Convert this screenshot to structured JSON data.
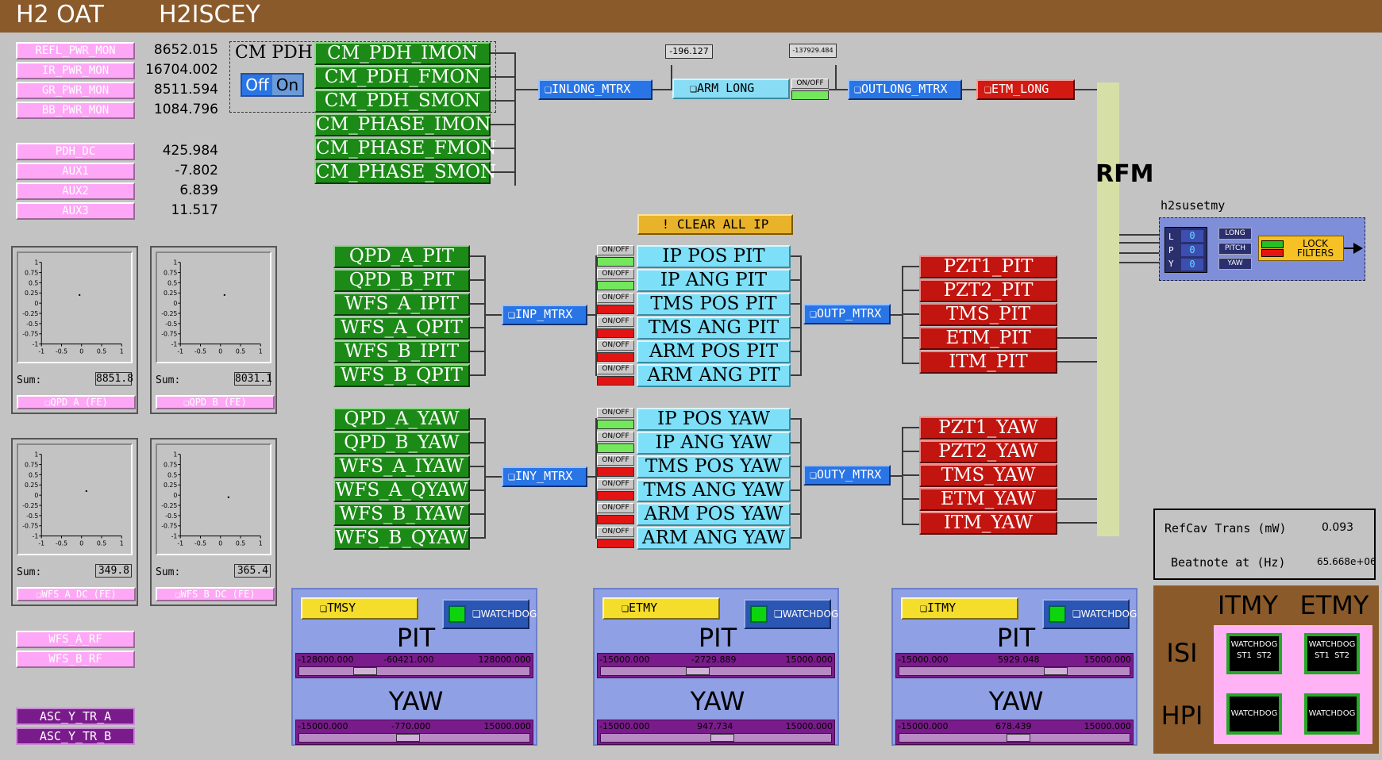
{
  "header": {
    "left_title": "H2 OAT",
    "right_title": "H2ISCEY"
  },
  "power_monitors": [
    {
      "label": "REFL_PWR_MON",
      "value": "8652.015"
    },
    {
      "label": "IR_PWR_MON",
      "value": "16704.002"
    },
    {
      "label": "GR_PWR_MON",
      "value": "8511.594"
    },
    {
      "label": "BB_PWR_MON",
      "value": "1084.796"
    }
  ],
  "aux_monitors": [
    {
      "label": "PDH_DC",
      "value": "425.984"
    },
    {
      "label": "AUX1",
      "value": "-7.802"
    },
    {
      "label": "AUX2",
      "value": "6.839"
    },
    {
      "label": "AUX3",
      "value": "11.517"
    }
  ],
  "cm_pdh": {
    "title": "CM PDH",
    "off": "Off",
    "on": "On",
    "channels": [
      "CM_PDH_IMON",
      "CM_PDH_FMON",
      "CM_PDH_SMON",
      "CM_PHASE_IMON",
      "CM_PHASE_FMON",
      "CM_PHASE_SMON"
    ]
  },
  "long_path": {
    "inlong": "INLONG_MTRX",
    "arm_long": "ARM LONG",
    "onoff": "ON/OFF",
    "outlong": "OUTLONG_MTRX",
    "etm_long": "ETM_LONG",
    "readout1": "-196.127",
    "readout2": "-137929.484"
  },
  "rfm": {
    "label": "RFM"
  },
  "clear_all": "! CLEAR ALL IP",
  "pit_inputs": [
    "QPD_A_PIT",
    "QPD_B_PIT",
    "WFS_A_IPIT",
    "WFS_A_QPIT",
    "WFS_B_IPIT",
    "WFS_B_QPIT"
  ],
  "yaw_inputs": [
    "QPD_A_YAW",
    "QPD_B_YAW",
    "WFS_A_IYAW",
    "WFS_A_QYAW",
    "WFS_B_IYAW",
    "WFS_B_QYAW"
  ],
  "inp_mtrx": "INP_MTRX",
  "iny_mtrx": "INY_MTRX",
  "outp_mtrx": "OUTP_MTRX",
  "outy_mtrx": "OUTY_MTRX",
  "onoff_label": "ON/OFF",
  "pit_filters": [
    {
      "label": "IP POS PIT",
      "state": "on"
    },
    {
      "label": "IP ANG PIT",
      "state": "on"
    },
    {
      "label": "TMS POS PIT",
      "state": "off"
    },
    {
      "label": "TMS ANG PIT",
      "state": "off"
    },
    {
      "label": "ARM POS PIT",
      "state": "off"
    },
    {
      "label": "ARM ANG PIT",
      "state": "off"
    }
  ],
  "yaw_filters": [
    {
      "label": "IP POS YAW",
      "state": "on"
    },
    {
      "label": "IP ANG YAW",
      "state": "on"
    },
    {
      "label": "TMS POS YAW",
      "state": "off"
    },
    {
      "label": "TMS ANG YAW",
      "state": "off"
    },
    {
      "label": "ARM POS YAW",
      "state": "off"
    },
    {
      "label": "ARM ANG YAW",
      "state": "off"
    }
  ],
  "pit_outputs": [
    "PZT1_PIT",
    "PZT2_PIT",
    "TMS_PIT",
    "ETM_PIT",
    "ITM_PIT"
  ],
  "yaw_outputs": [
    "PZT1_YAW",
    "PZT2_YAW",
    "TMS_YAW",
    "ETM_YAW",
    "ITM_YAW"
  ],
  "susetmy": {
    "title": "h2susetmy",
    "letters": [
      "L",
      "P",
      "Y"
    ],
    "values": [
      "0",
      "0",
      "0"
    ],
    "buttons": [
      "LONG",
      "PITCH",
      "YAW"
    ],
    "lock": "LOCK",
    "filters": "FILTERS"
  },
  "plots": [
    {
      "sum_label": "Sum:",
      "sum": "8851.8",
      "button": "QPD A (FE)"
    },
    {
      "sum_label": "Sum:",
      "sum": "8031.1",
      "button": "QPD B (FE)"
    },
    {
      "sum_label": "Sum:",
      "sum": "349.8",
      "button": "WFS A DC (FE)"
    },
    {
      "sum_label": "Sum:",
      "sum": "365.4",
      "button": "WFS B DC (FE)"
    }
  ],
  "plot_ticks": {
    "y": [
      "1",
      "0.75",
      "0.5",
      "0.25",
      "0",
      "-0.25",
      "-0.5",
      "-0.75",
      "-1"
    ],
    "x": [
      "-1",
      "-0.5",
      "0",
      "0.5",
      "1"
    ]
  },
  "rf_buttons": [
    "WFS_A_RF",
    "WFS_B_RF"
  ],
  "tr_buttons": [
    "ASC_Y_TR_A",
    "ASC_Y_TR_B"
  ],
  "optics": [
    {
      "name": "TMSY",
      "watchdog": "WATCHDOG",
      "pit": {
        "min": "-128000.000",
        "val": "-60421.000",
        "max": "128000.000",
        "frac": 0.26
      },
      "yaw": {
        "min": "-15000.000",
        "val": "-770.000",
        "max": "15000.000",
        "frac": 0.47
      }
    },
    {
      "name": "ETMY",
      "watchdog": "WATCHDOG",
      "pit": {
        "min": "-15000.000",
        "val": "-2729.889",
        "max": "15000.000",
        "frac": 0.41
      },
      "yaw": {
        "min": "-15000.000",
        "val": "947.734",
        "max": "15000.000",
        "frac": 0.53
      }
    },
    {
      "name": "ITMY",
      "watchdog": "WATCHDOG",
      "pit": {
        "min": "-15000.000",
        "val": "5929.048",
        "max": "15000.000",
        "frac": 0.7
      },
      "yaw": {
        "min": "-15000.000",
        "val": "678.439",
        "max": "15000.000",
        "frac": 0.52
      }
    }
  ],
  "pit_title": "PIT",
  "yaw_title": "YAW",
  "refcav": {
    "trans_label": "RefCav Trans (mW)",
    "trans": "0.093",
    "beat_label": "Beatnote at (Hz)",
    "beat": "65.668e+06"
  },
  "isi_hpi": {
    "col1": "ITMY",
    "col2": "ETMY",
    "row1": "ISI",
    "row2": "HPI",
    "watchdog": "WATCHDOG",
    "st1": "ST1",
    "st2": "ST2"
  }
}
